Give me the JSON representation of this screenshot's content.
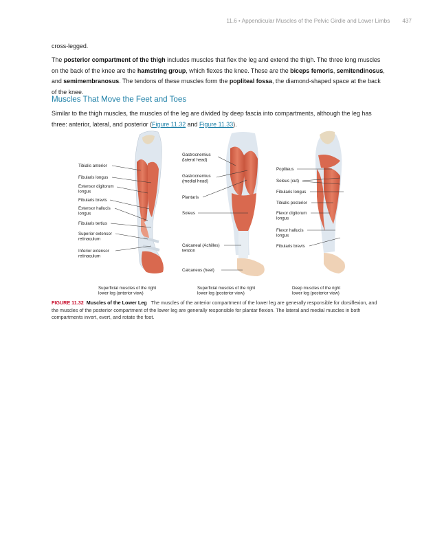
{
  "header": {
    "running_title": "11.6 • Appendicular Muscles of the Pelvic Girdle and Lower Limbs",
    "page_number": "437"
  },
  "intro": {
    "text": "cross-legged."
  },
  "posterior_para": {
    "p1": "The ",
    "b1": "posterior compartment of the thigh",
    "p2": " includes muscles that flex the leg and extend the thigh. The three long muscles on the back of the knee are the ",
    "b2": "hamstring group",
    "p3": ", which flexes the knee. These are the ",
    "b3": "biceps femoris",
    "p4": ", ",
    "b4": "semitendinosus",
    "p5": ", and ",
    "b5": "semimembranosus",
    "p6": ". The tendons of these muscles form the ",
    "b6": "popliteal fossa",
    "p7": ", the diamond-shaped space at the back of the knee."
  },
  "section": {
    "heading": "Muscles That Move the Feet and Toes"
  },
  "leg_para": {
    "p1": "Similar to the thigh muscles, the muscles of the leg are divided by deep fascia into compartments, although the leg has three: anterior, lateral, and posterior (",
    "link1": "Figure 11.32",
    "p2": " and ",
    "link2": "Figure 11.33",
    "p3": ")."
  },
  "figure": {
    "panel1": {
      "labels": [
        [
          "Tibialis anterior"
        ],
        [
          "Fibularis longus"
        ],
        [
          "Extensor digitorum",
          "longus"
        ],
        [
          "Fibularis brevis"
        ],
        [
          "Extensor hallucis",
          "longus"
        ],
        [
          "Fibularis tertius"
        ],
        [
          "Superior extensor",
          "retinaculum"
        ],
        [
          "Inferior extensor",
          "retinaculum"
        ]
      ],
      "subcaption": [
        "Superficial muscles of the right",
        "lower leg (anterior view)"
      ]
    },
    "panel2": {
      "labels": [
        [
          "Gastrocnemius",
          "(lateral head)"
        ],
        [
          "Gastrocnemius",
          "(medial head)"
        ],
        [
          "Plantaris"
        ],
        [
          "Soleus"
        ],
        [
          "Calcaneal (Achilles)",
          "tendon"
        ],
        [
          "Calcaneus (heel)"
        ]
      ],
      "subcaption": [
        "Superficial muscles of the right",
        "lower leg (posterior view)"
      ]
    },
    "panel3": {
      "labels": [
        [
          "Popliteus"
        ],
        [
          "Soleus (cut)"
        ],
        [
          "Fibularis longus"
        ],
        [
          "Tibialis posterior"
        ],
        [
          "Flexor digitorum",
          "longus"
        ],
        [
          "Flexor hallucis",
          "longus"
        ],
        [
          "Fibularis brevis"
        ]
      ],
      "subcaption": [
        "Deep muscles of the right",
        "lower leg (posterior view)"
      ]
    },
    "colors": {
      "muscle": "#d9694f",
      "muscle_light": "#e99a82",
      "tendon": "#dfe7ef",
      "bone": "#e7d9bf",
      "heel": "#efd2b6"
    }
  },
  "caption": {
    "label": "FIGURE 11.32",
    "title": "Muscles of the Lower Leg",
    "text": "The muscles of the anterior compartment of the lower leg are generally responsible for dorsiflexion, and the muscles of the posterior compartment of the lower leg are generally responsible for plantar flexion. The lateral and medial muscles in both compartments invert, evert, and rotate the foot."
  }
}
